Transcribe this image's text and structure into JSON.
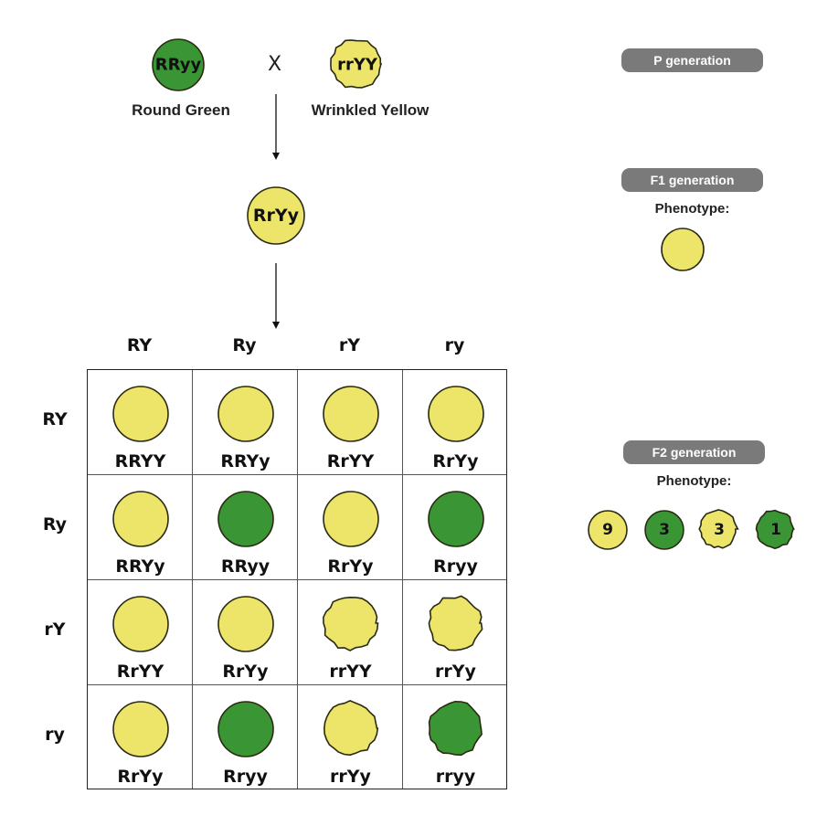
{
  "colors": {
    "yellow": "#ede46a",
    "green": "#3a9635",
    "outline": "#2a2a12",
    "badge": "#7a7a7a"
  },
  "parents": {
    "left": {
      "genotype": "RRyy",
      "phenotype": "Round Green",
      "shape": "round",
      "color": "green"
    },
    "cross_symbol": "X",
    "right": {
      "genotype": "rrYY",
      "phenotype": "Wrinkled Yellow",
      "shape": "wrinkled",
      "color": "yellow"
    }
  },
  "f1": {
    "genotype": "RrYy",
    "shape": "round",
    "color": "yellow"
  },
  "legend": {
    "p_generation": "P generation",
    "f1_generation": "F1 generation",
    "f1_phenotype_label": "Phenotype:",
    "f1_phenotype": {
      "shape": "round",
      "color": "yellow"
    },
    "f2_generation": "F2 generation",
    "f2_phenotype_label": "Phenotype:",
    "f2_ratio": [
      {
        "count": "9",
        "shape": "round",
        "color": "yellow"
      },
      {
        "count": "3",
        "shape": "round",
        "color": "green"
      },
      {
        "count": "3",
        "shape": "wrinkled",
        "color": "yellow"
      },
      {
        "count": "1",
        "shape": "wrinkled",
        "color": "green"
      }
    ]
  },
  "punnett": {
    "column_gametes": [
      "RY",
      "Ry",
      "rY",
      "ry"
    ],
    "row_gametes": [
      "RY",
      "Ry",
      "rY",
      "ry"
    ],
    "cells": [
      [
        {
          "genotype": "RRYY",
          "shape": "round",
          "color": "yellow"
        },
        {
          "genotype": "RRYy",
          "shape": "round",
          "color": "yellow"
        },
        {
          "genotype": "RrYY",
          "shape": "round",
          "color": "yellow"
        },
        {
          "genotype": "RrYy",
          "shape": "round",
          "color": "yellow"
        }
      ],
      [
        {
          "genotype": "RRYy",
          "shape": "round",
          "color": "yellow"
        },
        {
          "genotype": "RRyy",
          "shape": "round",
          "color": "green"
        },
        {
          "genotype": "RrYy",
          "shape": "round",
          "color": "yellow"
        },
        {
          "genotype": "Rryy",
          "shape": "round",
          "color": "green"
        }
      ],
      [
        {
          "genotype": "RrYY",
          "shape": "round",
          "color": "yellow"
        },
        {
          "genotype": "RrYy",
          "shape": "round",
          "color": "yellow"
        },
        {
          "genotype": "rrYY",
          "shape": "wrinkled",
          "color": "yellow"
        },
        {
          "genotype": "rrYy",
          "shape": "wrinkled",
          "color": "yellow"
        }
      ],
      [
        {
          "genotype": "RrYy",
          "shape": "round",
          "color": "yellow"
        },
        {
          "genotype": "Rryy",
          "shape": "round",
          "color": "green"
        },
        {
          "genotype": "rrYy",
          "shape": "wrinkled",
          "color": "yellow"
        },
        {
          "genotype": "rryy",
          "shape": "wrinkled",
          "color": "green"
        }
      ]
    ]
  }
}
